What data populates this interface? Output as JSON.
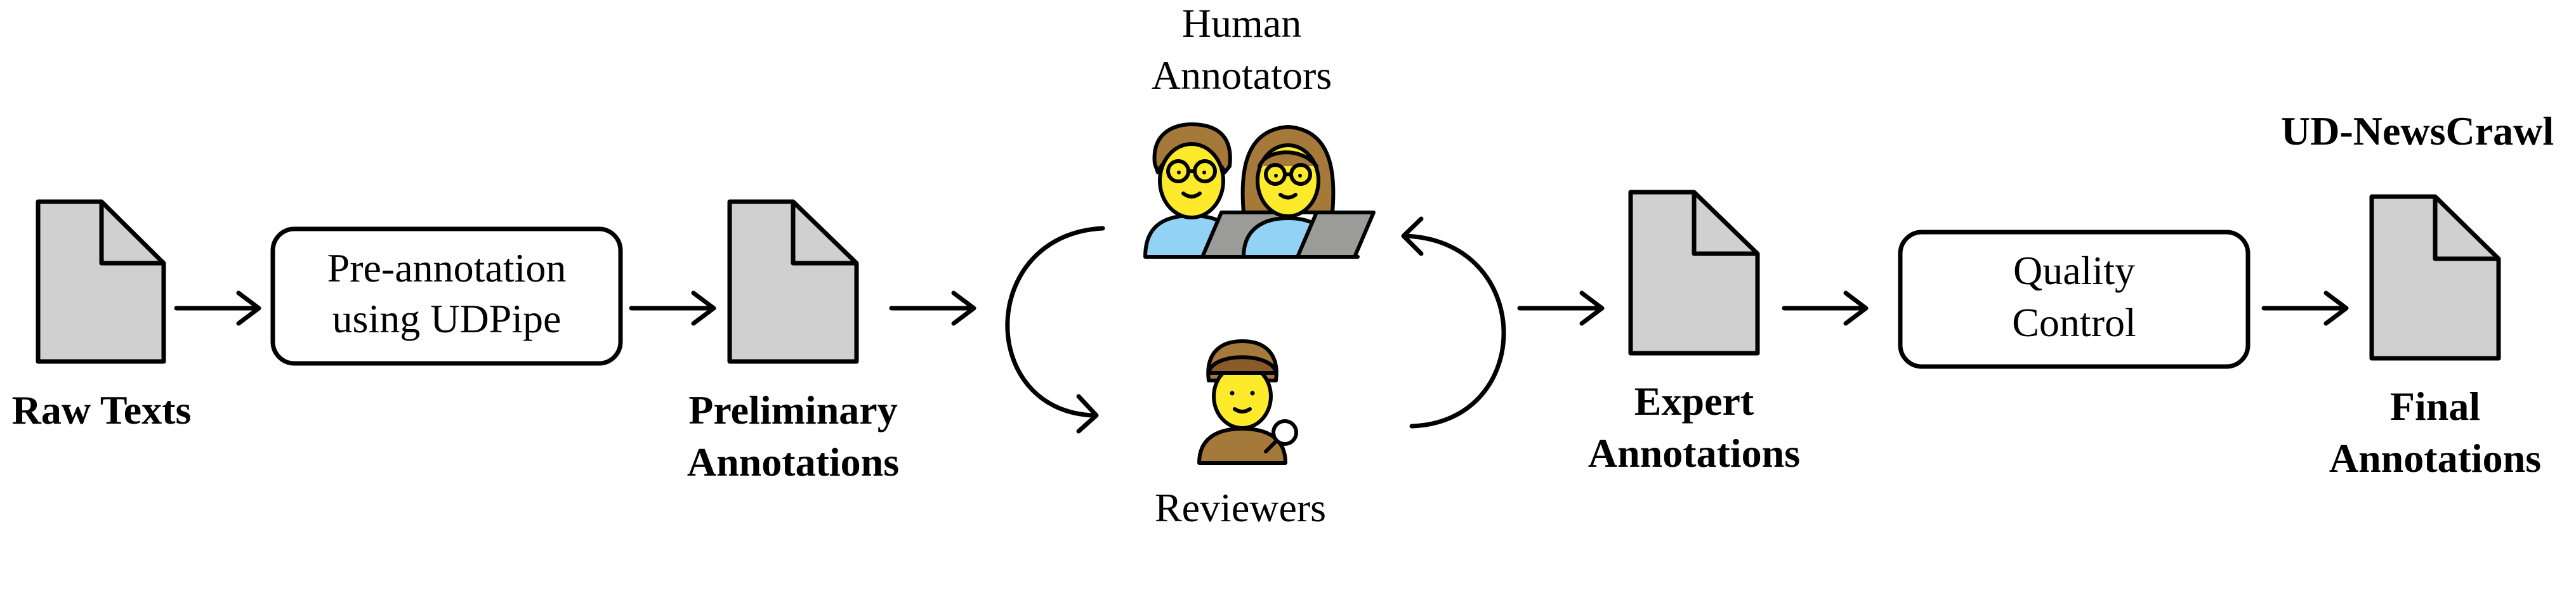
{
  "title": "UD-NewsCrawl",
  "documents": {
    "raw_texts": "Raw Texts",
    "preliminary": [
      "Preliminary",
      "Annotations"
    ],
    "expert": [
      "Expert",
      "Annotations"
    ],
    "final": [
      "Final",
      "Annotations"
    ]
  },
  "processes": {
    "preannotation": [
      "Pre-annotation",
      "using UDPipe"
    ],
    "quality_control": [
      "Quality",
      "Control"
    ]
  },
  "actors": {
    "human_annotators": [
      "Human",
      "Annotators"
    ],
    "reviewers": "Reviewers"
  },
  "icons": [
    "document-icon",
    "annotators-icon",
    "reviewer-icon",
    "arrow-icon"
  ],
  "colors": {
    "doc_fill": "#d0d0d0",
    "stroke": "#000000",
    "skin": "#fcea2b",
    "hair": "#a57939",
    "shirt": "#92d3f5",
    "laptop": "#9b9b9a"
  }
}
